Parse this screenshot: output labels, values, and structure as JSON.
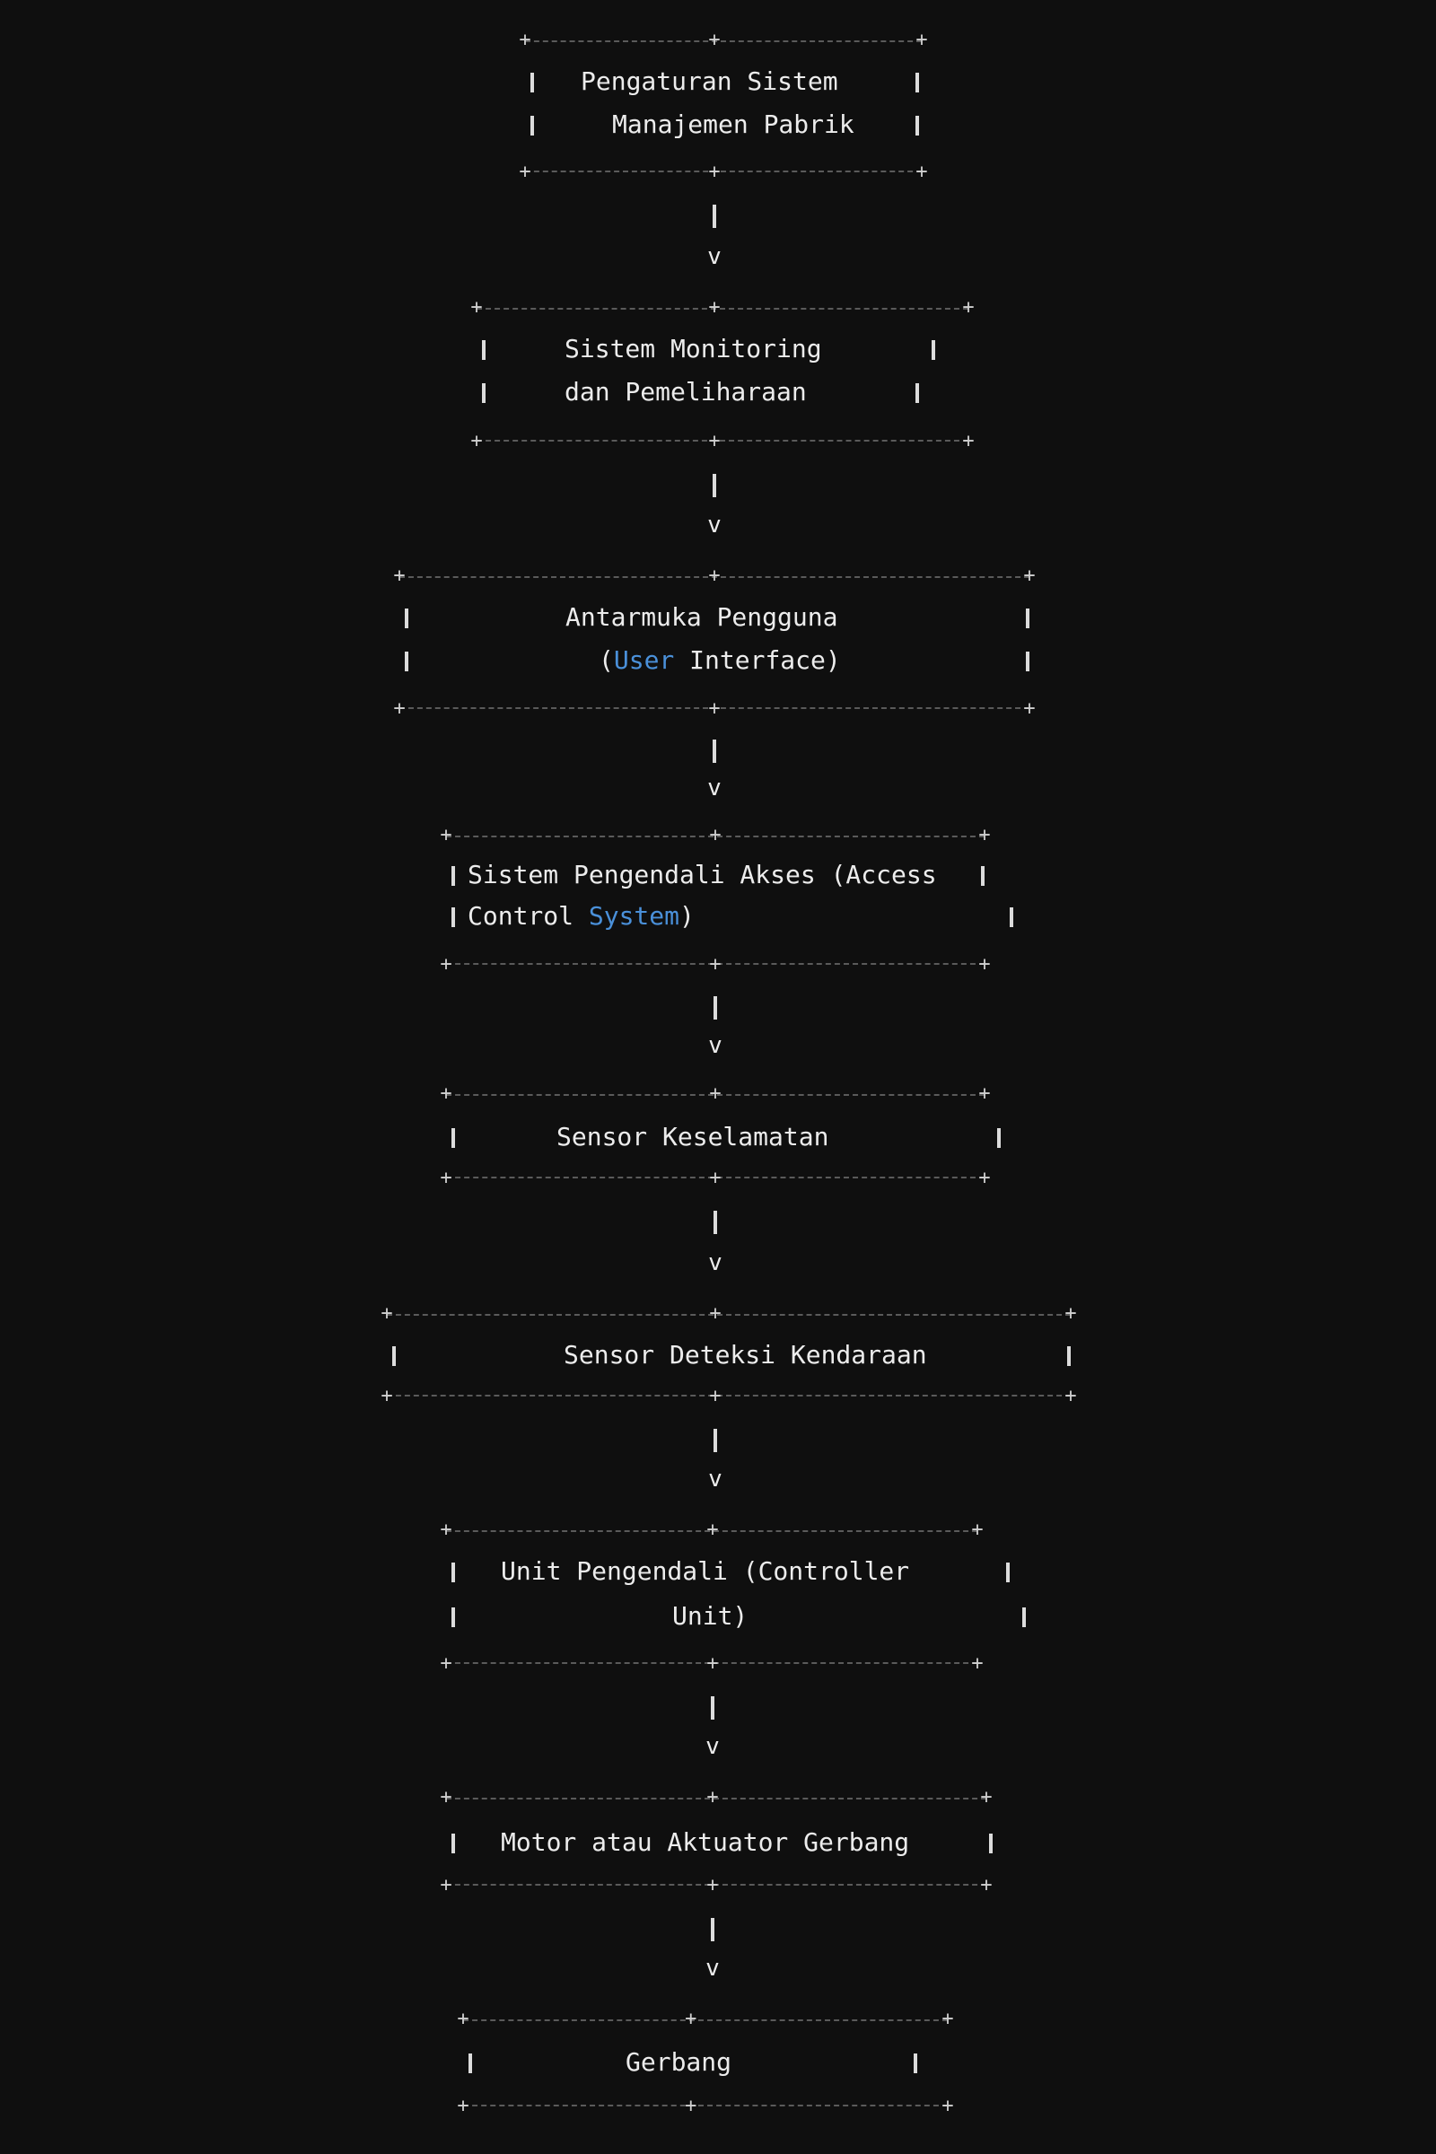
{
  "diagram": {
    "boxes": [
      {
        "id": "pengaturan-sistem",
        "lines": [
          [
            {
              "t": "Pengaturan Sistem"
            }
          ],
          [
            {
              "t": "Manajemen Pabrik"
            }
          ]
        ]
      },
      {
        "id": "sistem-monitoring",
        "lines": [
          [
            {
              "t": "Sistem Monitoring"
            }
          ],
          [
            {
              "t": "dan Pemeliharaan"
            }
          ]
        ]
      },
      {
        "id": "antarmuka-pengguna",
        "lines": [
          [
            {
              "t": "Antarmuka Pengguna"
            }
          ],
          [
            {
              "t": "("
            },
            {
              "t": "User",
              "accent": true
            },
            {
              "t": " Interface)"
            }
          ]
        ]
      },
      {
        "id": "pengendali-akses",
        "lines": [
          [
            {
              "t": "Sistem Pengendali Akses (Access"
            }
          ],
          [
            {
              "t": "Control "
            },
            {
              "t": "System",
              "accent": true
            },
            {
              "t": ")"
            }
          ]
        ]
      },
      {
        "id": "sensor-keselamatan",
        "lines": [
          [
            {
              "t": "Sensor Keselamatan"
            }
          ]
        ]
      },
      {
        "id": "sensor-deteksi-kendaraan",
        "lines": [
          [
            {
              "t": "Sensor Deteksi Kendaraan"
            }
          ]
        ]
      },
      {
        "id": "unit-pengendali",
        "lines": [
          [
            {
              "t": "Unit Pengendali (Controller"
            }
          ],
          [
            {
              "t": "Unit)"
            }
          ]
        ]
      },
      {
        "id": "motor-aktuator",
        "lines": [
          [
            {
              "t": "Motor atau Aktuator Gerbang"
            }
          ]
        ]
      },
      {
        "id": "gerbang",
        "lines": [
          [
            {
              "t": "Gerbang"
            }
          ]
        ]
      }
    ],
    "connector_arrow": "v",
    "colors": {
      "background": "#0f0f0f",
      "text": "#ececec",
      "dashes": "#5a5a5a",
      "accent": "#4a90d9"
    }
  }
}
